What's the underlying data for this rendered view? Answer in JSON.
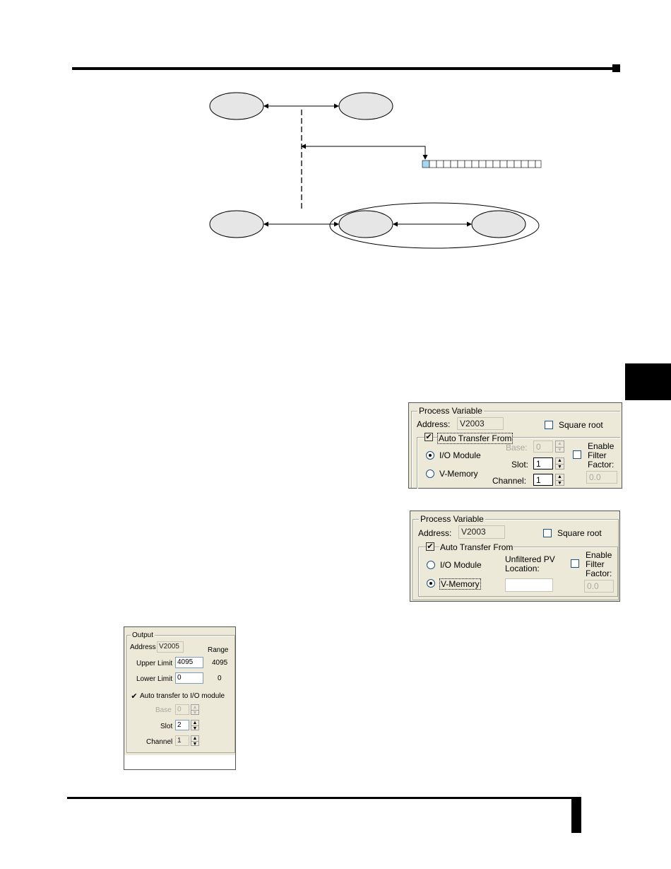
{
  "pv_panel_1": {
    "group_title": "Process Variable",
    "address_label": "Address:",
    "address_value": "V2003",
    "square_root_label": "Square root",
    "auto_transfer_label": "Auto Transfer From",
    "io_module_label": "I/O Module",
    "v_memory_label": "V-Memory",
    "base_label": "Base:",
    "base_value": "0",
    "slot_label": "Slot:",
    "slot_value": "1",
    "channel_label": "Channel:",
    "channel_value": "1",
    "enable_filter_line1": "Enable",
    "enable_filter_line2": "Filter",
    "factor_label": "Factor:",
    "factor_value": "0.0",
    "selected_source": "I/O Module"
  },
  "pv_panel_2": {
    "group_title": "Process Variable",
    "address_label": "Address:",
    "address_value": "V2003",
    "square_root_label": "Square root",
    "auto_transfer_label": "Auto Transfer From",
    "io_module_label": "I/O Module",
    "v_memory_label": "V-Memory",
    "unfiltered_line1": "Unfiltered PV",
    "unfiltered_line2": "Location:",
    "location_value": "",
    "enable_filter_line1": "Enable",
    "enable_filter_line2": "Filter",
    "factor_label": "Factor:",
    "factor_value": "0.0",
    "selected_source": "V-Memory"
  },
  "output_panel": {
    "group_title": "Output",
    "address_label": "Address",
    "address_value": "V2005",
    "range_label": "Range",
    "upper_limit_label": "Upper Limit",
    "upper_limit_value": "4095",
    "upper_range_value": "4095",
    "lower_limit_label": "Lower Limit",
    "lower_limit_value": "0",
    "lower_range_value": "0",
    "auto_transfer_label": "Auto transfer to I/O module",
    "base_label": "Base",
    "base_value": "0",
    "slot_label": "Slot",
    "slot_value": "2",
    "channel_label": "Channel",
    "channel_value": "1"
  },
  "colors": {
    "panel_bg": "#ece9d8",
    "ellipse_fill": "#e6e6e6",
    "highlight_cell": "#a8d8f0"
  }
}
